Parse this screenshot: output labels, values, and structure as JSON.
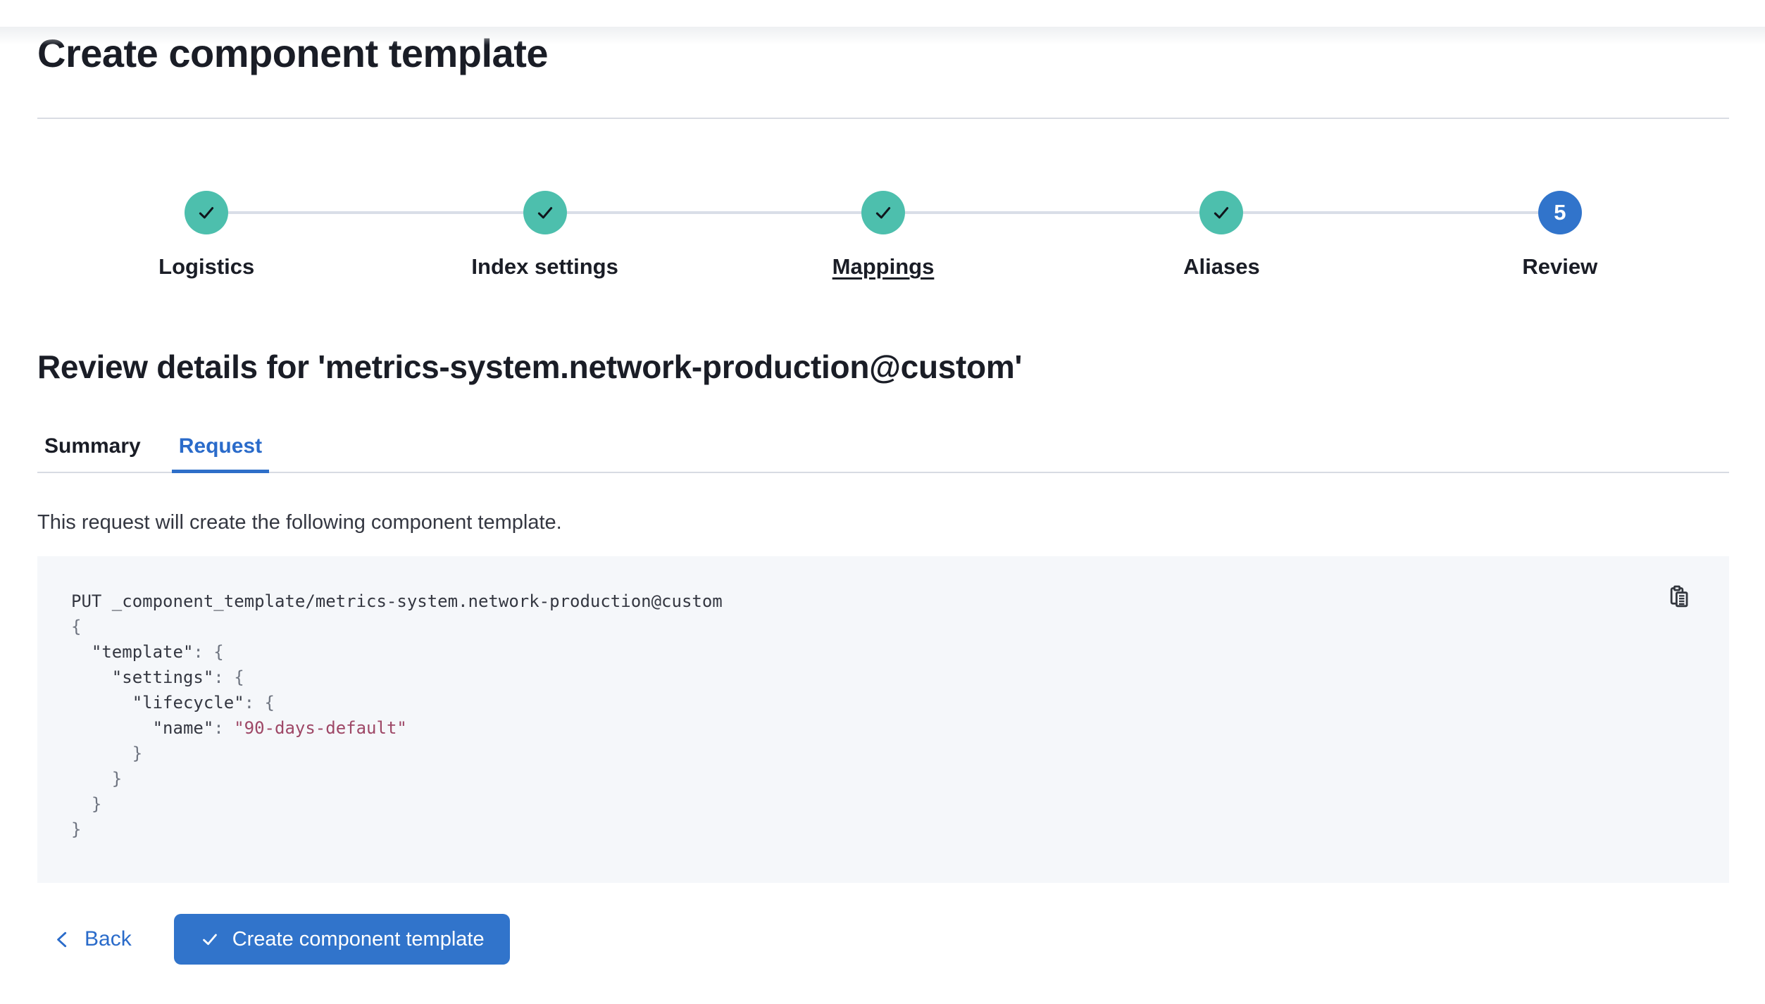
{
  "page": {
    "title": "Create component template"
  },
  "stepper": {
    "steps": [
      {
        "id": "logistics",
        "label": "Logistics",
        "status": "complete"
      },
      {
        "id": "index-settings",
        "label": "Index settings",
        "status": "complete"
      },
      {
        "id": "mappings",
        "label": "Mappings",
        "status": "complete",
        "underlined": true
      },
      {
        "id": "aliases",
        "label": "Aliases",
        "status": "complete"
      },
      {
        "id": "review",
        "label": "Review",
        "status": "current",
        "number": "5"
      }
    ]
  },
  "review": {
    "heading": "Review details for 'metrics-system.network-production@custom'",
    "tabs": [
      {
        "id": "summary",
        "label": "Summary",
        "active": false
      },
      {
        "id": "request",
        "label": "Request",
        "active": true
      }
    ],
    "description": "This request will create the following component template."
  },
  "code": {
    "copy_icon": "copy-clipboard-icon",
    "lines": [
      [
        {
          "text": "PUT _component_template/metrics-system.network-production@custom",
          "type": "plain"
        }
      ],
      [
        {
          "text": "{",
          "type": "punct"
        }
      ],
      [
        {
          "text": "  ",
          "type": "plain"
        },
        {
          "text": "\"template\"",
          "type": "key"
        },
        {
          "text": ": {",
          "type": "punct"
        }
      ],
      [
        {
          "text": "    ",
          "type": "plain"
        },
        {
          "text": "\"settings\"",
          "type": "key"
        },
        {
          "text": ": {",
          "type": "punct"
        }
      ],
      [
        {
          "text": "      ",
          "type": "plain"
        },
        {
          "text": "\"lifecycle\"",
          "type": "key"
        },
        {
          "text": ": {",
          "type": "punct"
        }
      ],
      [
        {
          "text": "        ",
          "type": "plain"
        },
        {
          "text": "\"name\"",
          "type": "key"
        },
        {
          "text": ": ",
          "type": "punct"
        },
        {
          "text": "\"90-days-default\"",
          "type": "string"
        }
      ],
      [
        {
          "text": "      }",
          "type": "punct"
        }
      ],
      [
        {
          "text": "    }",
          "type": "punct"
        }
      ],
      [
        {
          "text": "  }",
          "type": "punct"
        }
      ],
      [
        {
          "text": "}",
          "type": "punct"
        }
      ]
    ]
  },
  "footer": {
    "back_label": "Back",
    "submit_label": "Create component template"
  },
  "colors": {
    "step_complete": "#4dbfad",
    "step_current": "#3174cb",
    "primary_link": "#2a6bca",
    "tab_underline": "#2e6fc9",
    "code_background": "#f5f7fa",
    "code_text": "#343741",
    "code_punctuation": "#6e7480",
    "code_string": "#9e4766",
    "divider": "#d9dce3",
    "heading_text": "#1a1d26"
  }
}
